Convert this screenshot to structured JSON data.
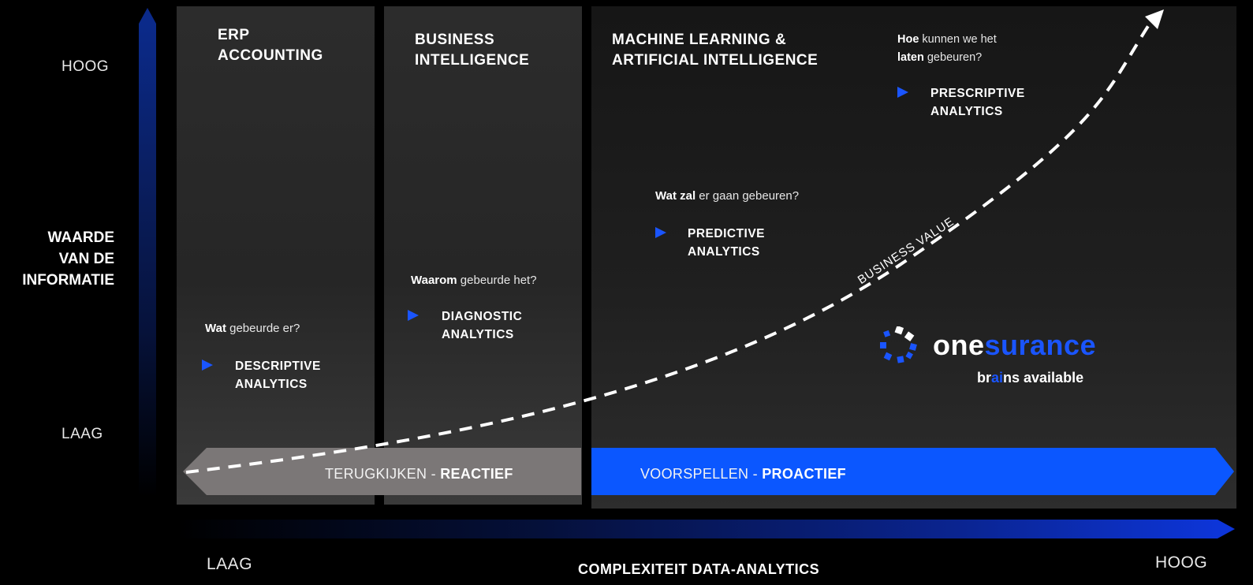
{
  "y_axis": {
    "high_label": "HOOG",
    "low_label": "LAAG",
    "title_lines": [
      "WAARDE",
      "VAN DE",
      "INFORMATIE"
    ],
    "color": "#0b2a8a"
  },
  "x_axis": {
    "low_label": "LAAG",
    "high_label": "HOOG",
    "title": "COMPLEXITEIT DATA-ANALYTICS",
    "color": "#0d35d8"
  },
  "columns": [
    {
      "title_lines": [
        "ERP",
        "ACCOUNTING"
      ],
      "question_bold": "Wat",
      "question_rest": " gebeurde er?",
      "analytics_lines": [
        "DESCRIPTIVE",
        "ANALYTICS"
      ]
    },
    {
      "title_lines": [
        "BUSINESS",
        "INTELLIGENCE"
      ],
      "question_bold": "Waarom",
      "question_rest": " gebeurde het?",
      "analytics_lines": [
        "DIAGNOSTIC",
        "ANALYTICS"
      ]
    },
    {
      "title_lines": [
        "MACHINE LEARNING &",
        "ARTIFICIAL INTELLIGENCE"
      ],
      "predictive": {
        "question_bold": "Wat zal",
        "question_rest": " er gaan gebeuren?",
        "analytics_lines": [
          "PREDICTIVE",
          "ANALYTICS"
        ]
      },
      "prescriptive": {
        "question_line1_bold": "Hoe",
        "question_line1_rest": " kunnen we het",
        "question_line2_bold": "laten",
        "question_line2_rest": " gebeuren?",
        "analytics_lines": [
          "PRESCRIPTIVE",
          "ANALYTICS"
        ]
      }
    }
  ],
  "banners": {
    "reactive": {
      "light": "TERUGKIJKEN - ",
      "bold": "REACTIEF",
      "color": "#7b7777"
    },
    "proactive": {
      "light": "VOORSPELLEN - ",
      "bold": "PROACTIEF",
      "color": "#0b57ff"
    }
  },
  "curve_label": "BUSINESS VALUE",
  "logo": {
    "word_one": "one",
    "word_surance": "surance",
    "tagline_br": "br",
    "tagline_ai": "ai",
    "tagline_rest": "ns available",
    "accent_color": "#1a55ff"
  }
}
